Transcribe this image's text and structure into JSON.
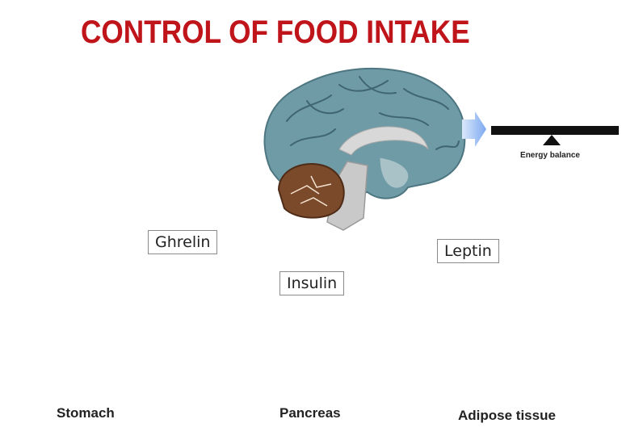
{
  "title": "CONTROL OF FOOD INTAKE",
  "hormones": {
    "ghrelin": "Ghrelin",
    "insulin": "Insulin",
    "leptin": "Leptin"
  },
  "organs": {
    "stomach": "Stomach",
    "pancreas": "Pancreas",
    "adipose": "Adipose tissue"
  },
  "energy_balance_label": "Energy balance",
  "colors": {
    "title": "#c0141b",
    "brain": "#6f9ba6",
    "cerebellum": "#7a4a2a",
    "stomach": "#f4a9b5",
    "pancreas": "#f4e04d",
    "adipose": "#f2b705",
    "arrow": "#111111",
    "highlight_arrow": "#8ab4f8"
  },
  "icons": [
    "brain-icon",
    "stomach-icon",
    "pancreas-icon",
    "adipose-icon",
    "balance-scale-icon"
  ]
}
